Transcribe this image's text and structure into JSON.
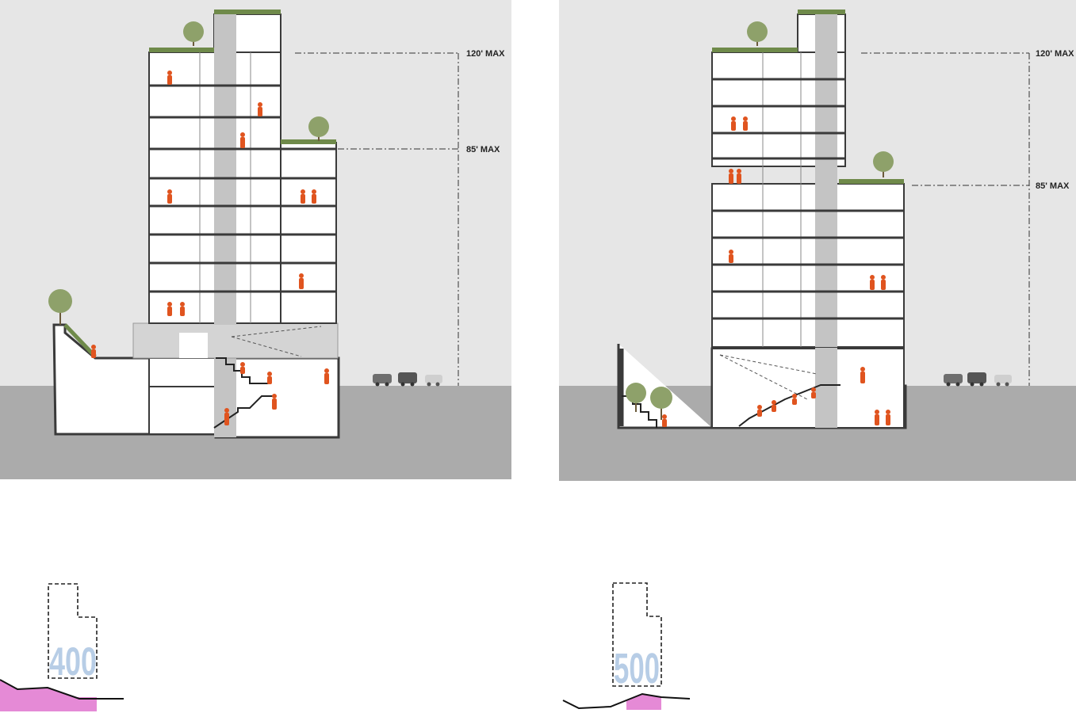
{
  "sections": [
    {
      "id": "section-400",
      "max_height_120_label": "120' MAX",
      "max_height_85_label": "85' MAX",
      "key_number": "400"
    },
    {
      "id": "section-500",
      "max_height_120_label": "120' MAX",
      "max_height_85_label": "85' MAX",
      "key_number": "500"
    }
  ],
  "colors": {
    "sky": "#e6e6e6",
    "ground": "#ababab",
    "building_fill": "#ffffff",
    "outline": "#3a3a3a",
    "core": "#c4c4c4",
    "people": "#e0541f",
    "planting": "#6f8a4a",
    "key_number": "#b7cde6",
    "key_terrain": "#e58ad6"
  },
  "icons": [
    "person-icon",
    "tree-icon",
    "car-icon"
  ]
}
